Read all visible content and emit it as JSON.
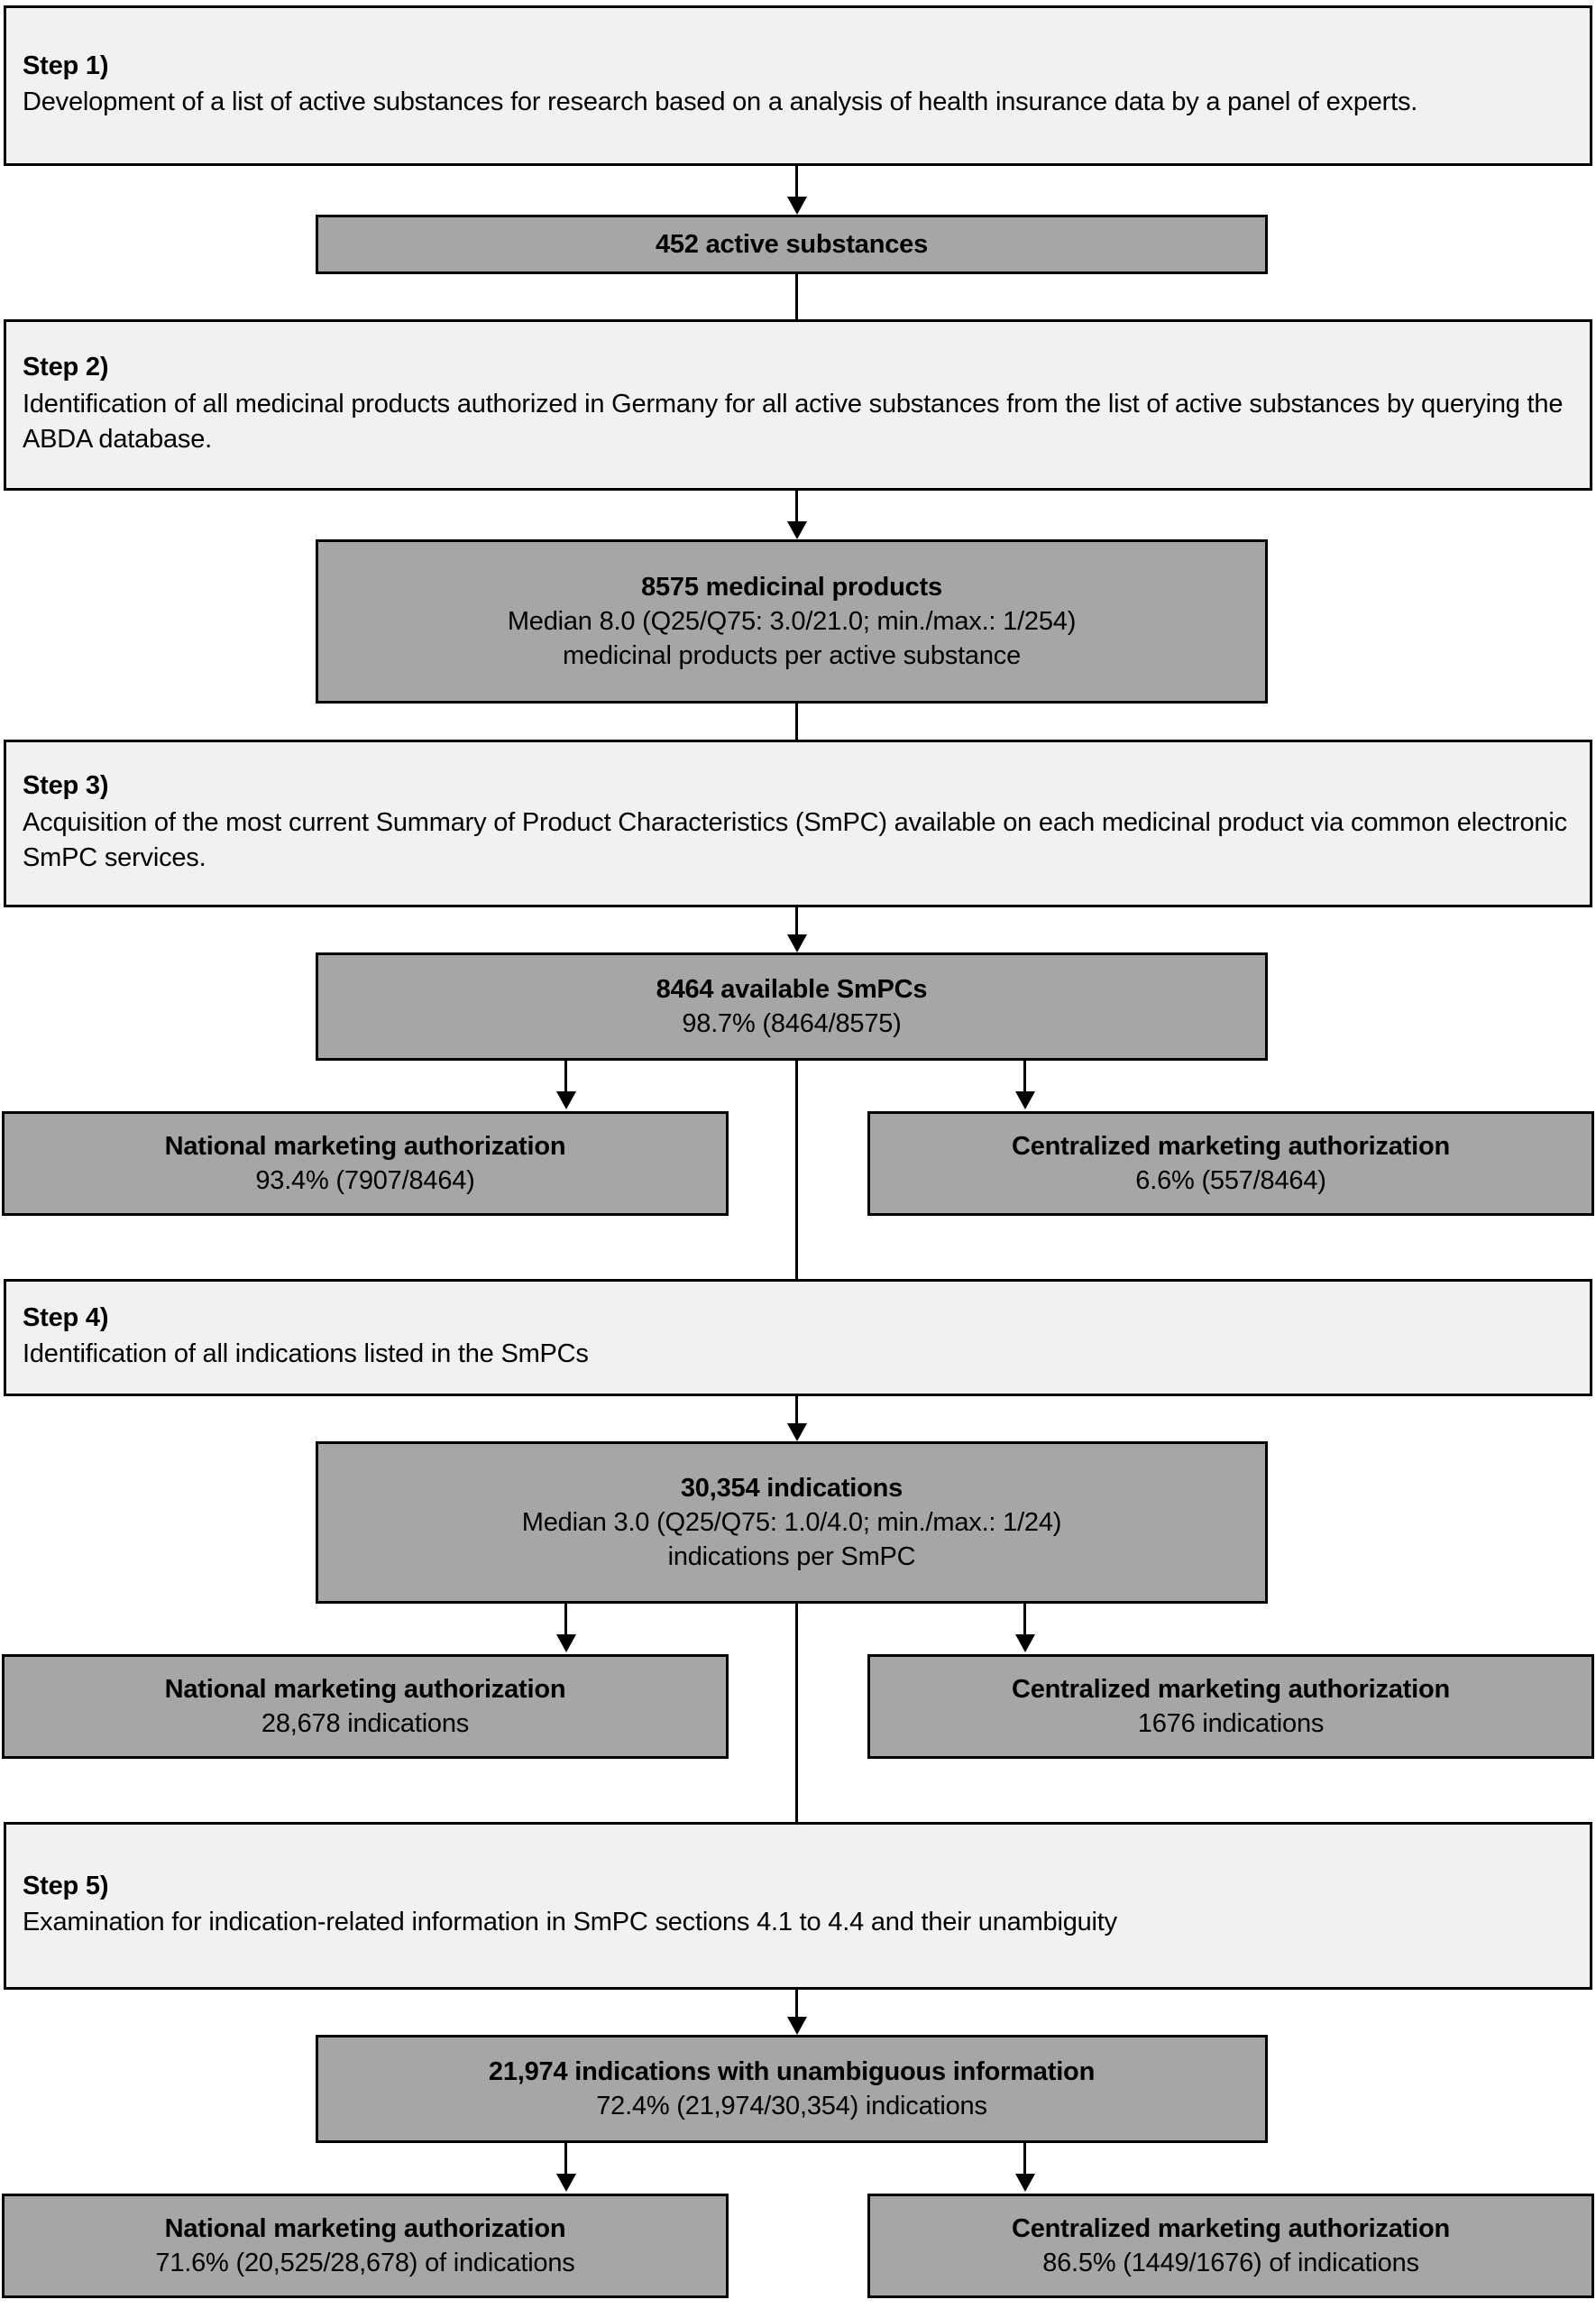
{
  "figure": {
    "type": "flowchart",
    "title": "Study selection flowchart",
    "colors": {
      "step_box_fill": "#f1f1f1",
      "result_box_fill": "#a6a6a6",
      "border": "#000000",
      "text": "#000000",
      "background": "#ffffff"
    }
  },
  "steps": {
    "step1": {
      "label": "Step 1)",
      "text": "Development of a list of active substances for research based on a analysis of health insurance data by a panel of experts."
    },
    "step2": {
      "label": "Step 2)",
      "text": "Identification of all medicinal products authorized in Germany for all active substances from the list of active substances by querying the ABDA database."
    },
    "step3": {
      "label": "Step 3)",
      "text": "Acquisition of the most current Summary of Product Characteristics (SmPC) available on each medicinal product via common electronic SmPC services."
    },
    "step4": {
      "label": "Step 4)",
      "text": "Identification of all indications listed in the SmPCs"
    },
    "step5": {
      "label": "Step 5)",
      "text": "Examination for indication-related information in SmPC sections 4.1 to 4.4 and their unambiguity"
    }
  },
  "results": {
    "active_substances": {
      "title": "452 active substances",
      "lines": []
    },
    "medicinal_products": {
      "title": "8575 medicinal products",
      "lines": [
        "Median 8.0 (Q25/Q75: 3.0/21.0; min./max.: 1/254)",
        "medicinal products per active substance"
      ]
    },
    "available_smpcs": {
      "title": "8464 available SmPCs",
      "lines": [
        "98.7% (8464/8575)"
      ]
    },
    "smpc_national": {
      "title": "National marketing authorization",
      "lines": [
        "93.4% (7907/8464)"
      ]
    },
    "smpc_centralized": {
      "title": "Centralized marketing authorization",
      "lines": [
        "6.6% (557/8464)"
      ]
    },
    "indications": {
      "title": "30,354 indications",
      "lines": [
        "Median 3.0 (Q25/Q75: 1.0/4.0; min./max.: 1/24)",
        "indications per SmPC"
      ]
    },
    "ind_national": {
      "title": "National marketing authorization",
      "lines": [
        "28,678 indications"
      ]
    },
    "ind_centralized": {
      "title": "Centralized marketing authorization",
      "lines": [
        "1676 indications"
      ]
    },
    "unambiguous": {
      "title": "21,974 indications with unambiguous information",
      "lines": [
        "72.4% (21,974/30,354) indications"
      ]
    },
    "unamb_national": {
      "title": "National marketing authorization",
      "lines": [
        "71.6% (20,525/28,678) of indications"
      ]
    },
    "unamb_centralized": {
      "title": "Centralized marketing authorization",
      "lines": [
        "86.5% (1449/1676) of indications"
      ]
    }
  }
}
